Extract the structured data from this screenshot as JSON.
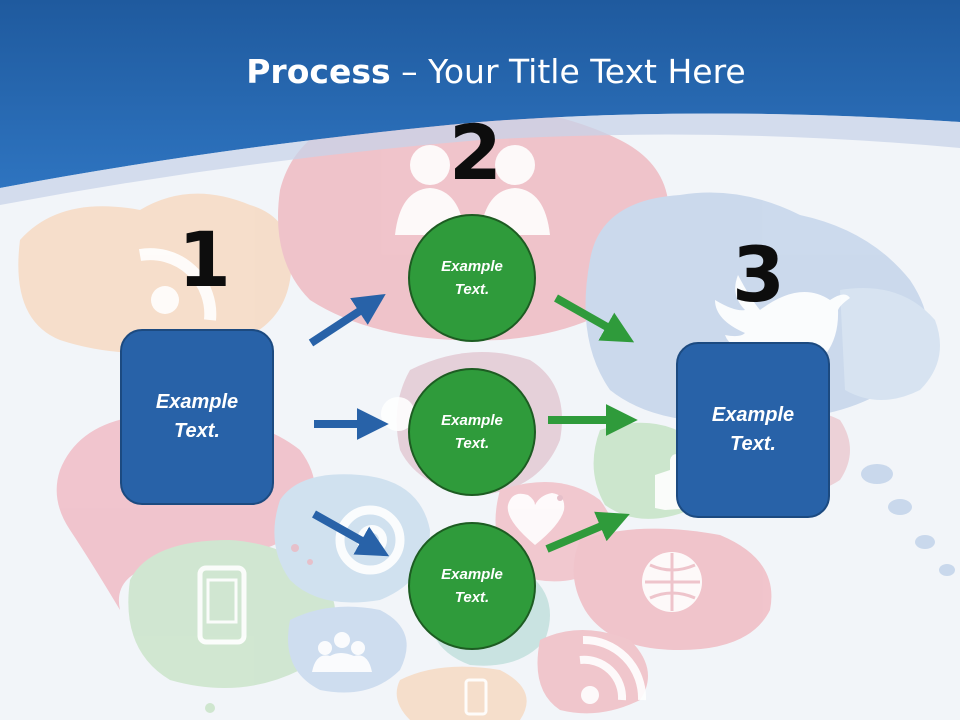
{
  "slide": {
    "title_bold": "Process",
    "title_rest": " – Your Title Text Here",
    "colors": {
      "header_blue": "#2868b0",
      "box_blue": "#2862a8",
      "circle_green": "#2f9b3b",
      "arrow_blue": "#2862a8",
      "arrow_green": "#2f9b3b"
    }
  },
  "steps": [
    {
      "number": "1",
      "label": "Example Text."
    },
    {
      "number": "2",
      "label": "Example Text."
    },
    {
      "number": "3",
      "label": "Example Text."
    }
  ],
  "circles": [
    {
      "label": "Example Text."
    },
    {
      "label": "Example Text."
    },
    {
      "label": "Example Text."
    }
  ],
  "background_icons": [
    "rss-icon",
    "people-icon",
    "twitter-bird-icon",
    "at-sign-icon",
    "heart-icon",
    "thumbs-up-icon",
    "globe-icon",
    "phone-icon",
    "group-icon",
    "rss-icon"
  ]
}
